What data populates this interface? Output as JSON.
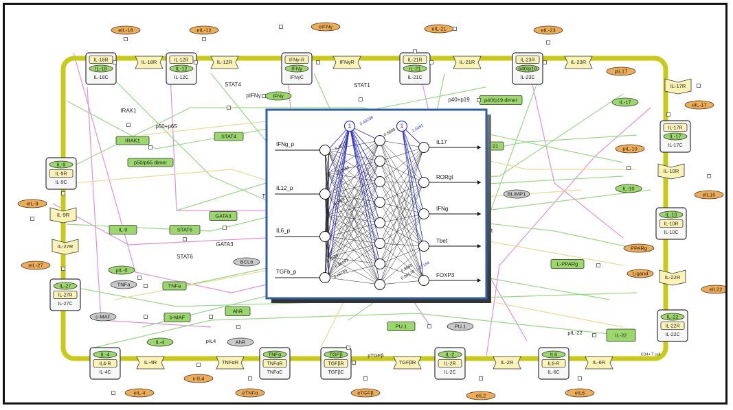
{
  "diagram": {
    "external": [
      "eIL-18",
      "eIL-12",
      "eIFNγ",
      "eIL-21",
      "eIL-23",
      "eIL-17",
      "eIL10",
      "eIL-9",
      "eIL-27",
      "eIL22",
      "eIL-4",
      "eTNFα",
      "eTGFβ",
      "eIL2",
      "eIL6",
      "pIL17",
      "pIL-10",
      "pIL-9",
      "pIL-22",
      "pIL4",
      "pTGFβ",
      "PPARg",
      "Ligand"
    ],
    "receptors": [
      "IL-18R",
      "IL-12R",
      "IFNγR",
      "IL-21R",
      "IL-23R",
      "IL-17R",
      "IL-10R",
      "IL-9R",
      "IL-27R",
      "IL-22R",
      "IL-4R",
      "TNFαR",
      "TGFβR",
      "IL-2R",
      "IL-6R"
    ],
    "complexes": {
      "il18": [
        "IL-18R",
        "IL-18",
        "IL-18C"
      ],
      "il12": [
        "IL-12R",
        "IL-12",
        "IL-12C"
      ],
      "ifng": [
        "IFNγ-R",
        "IFNγ",
        "IFNγC"
      ],
      "il21": [
        "IL-21R",
        "IL-21",
        "IL-21C"
      ],
      "il23": [
        "IL-23R",
        "p40/p19",
        "IL-23C"
      ],
      "il17": [
        "IL-17R",
        "IL-17",
        "IL-17C"
      ],
      "il10": [
        "IL-10",
        "IL-10R",
        "IL-10C"
      ],
      "il9": [
        "IL-9",
        "IL-9R",
        "IL-9C"
      ],
      "il27": [
        "IL-27",
        "IL-27R",
        "IL-27C"
      ],
      "il22": [
        "IL-22",
        "IL-22R",
        "IL-22C"
      ],
      "il4": [
        "IL-4",
        "IL4-R",
        "IL-4C"
      ],
      "tnf": [
        "TNFα",
        "TNFαR",
        "TNFαC"
      ],
      "tgfb": [
        "TGFβ",
        "TGFβR",
        "TGFβC"
      ],
      "il2": [
        "IL-2",
        "IL-2R",
        "IL-2C"
      ],
      "il6": [
        "IL6",
        "IL6-R",
        "IL-6C"
      ]
    },
    "internal": {
      "stat4": "STAT4",
      "stat4_node": "STAT4",
      "stat1": "STAT1",
      "pifng": "pIFNγ",
      "ifng_green": "IFNγ",
      "irak1": "IRAK1",
      "irak1_node": "IRAK1",
      "p50p65": "p50+p65",
      "p50p65dimer": "p50/p65 dimer",
      "p40p19": "p40+p19",
      "p40p19dimer": "p40/p19 dimer",
      "il17g": "IL-17",
      "il10g": "IL-10",
      "il9g": "IL-9",
      "stat6": "STAT6",
      "stat6_node": "STAT6",
      "gata3": "GATA3",
      "gata3_node": "GATA3",
      "bcl6": "BCL6",
      "tnfa_grey": "TNFa",
      "tnfa_node": "TNFa",
      "cmaf": "c-MAF",
      "bmaf": "b-MAF",
      "ahr": "AhR",
      "ahr_node": "AhR",
      "il4g": "IL-4",
      "pu1": "PU.1",
      "pu1_node": "PU.1",
      "blimp1": "BLIMP1",
      "pparg_node": "L-PPARg",
      "il22g": "IL-22",
      "tb": "Tb",
      "cd4": "CD4+ T cell",
      "tgfb_green": "TGFβ",
      "il21g": "21",
      "t_frag": "t"
    }
  },
  "network": {
    "inputs": [
      "IFNg_p",
      "IL12_p",
      "IL6_p",
      "TGFb_p"
    ],
    "outputs": [
      "IL17",
      "RORgt",
      "IFNg",
      "Tbet",
      "FOXP3"
    ],
    "bias": "1",
    "weights": [
      "0.40208",
      "0.4022",
      "0.2484",
      "2.0491",
      "0.5808",
      "0.3821",
      "0.80193",
      "0.22785",
      "0.89178",
      "0.9885",
      "1.27154",
      "0.6065"
    ]
  }
}
